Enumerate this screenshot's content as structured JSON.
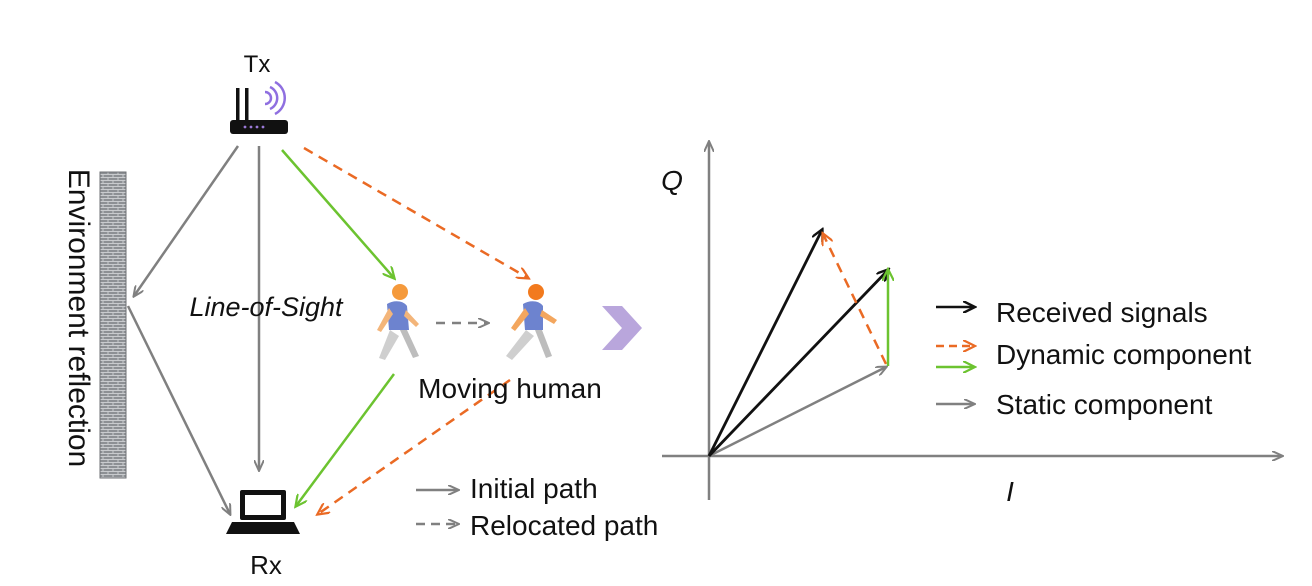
{
  "left": {
    "tx_label": "Tx",
    "rx_label": "Rx",
    "wall_label": "Environment reflection",
    "los_label": "Line-of-Sight",
    "human_label": "Moving human",
    "legend": {
      "initial": "Initial path",
      "relocated": "Relocated path"
    }
  },
  "right": {
    "q_label": "Q",
    "i_label": "I",
    "legend": {
      "received": "Received signals",
      "dynamic": "Dynamic component",
      "static": "Static component"
    }
  },
  "icons": {
    "tx": "router-icon",
    "rx": "laptop-icon",
    "wall": "wall-icon",
    "human": "walking-person-icon",
    "transition": "chevron-right-icon"
  },
  "colors": {
    "gray": "#808080",
    "green": "#6cc330",
    "orange": "#ea6a24",
    "black": "#111111",
    "chevron": "#b9a6dc",
    "human_shirt": "#6d83cf",
    "human_head": "#f59a3c"
  }
}
